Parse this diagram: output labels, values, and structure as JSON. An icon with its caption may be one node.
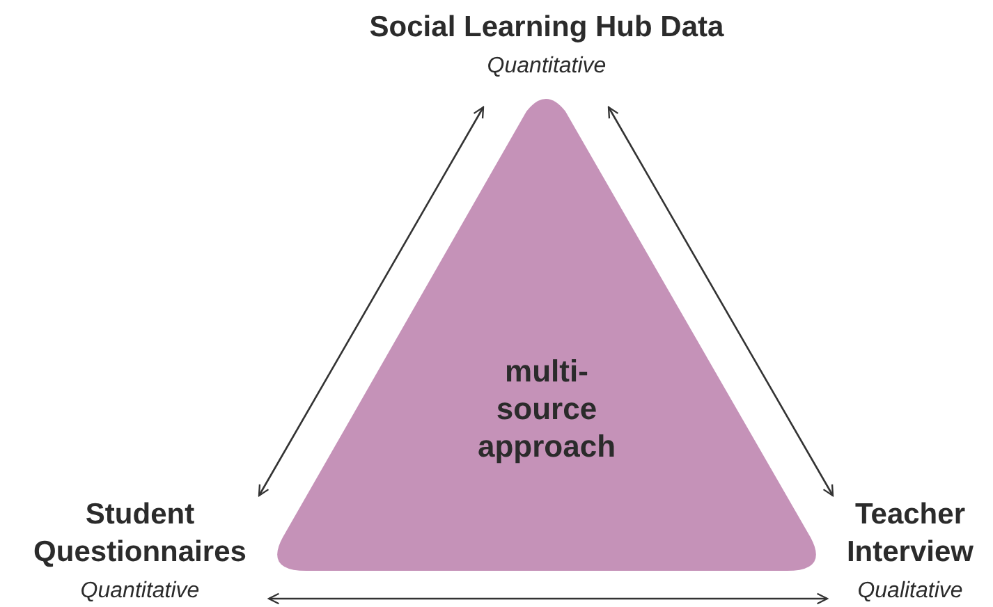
{
  "diagram": {
    "nodes": [
      {
        "text": [
          "Social Learning Hub Data",
          "Quantitative"
        ]
      },
      {
        "text": [
          "multi-source approach"
        ]
      },
      {
        "text": [
          "Student Questionnaires",
          "Quantitative"
        ]
      },
      {
        "text": [
          "Teacher Interview",
          "Qualitative"
        ]
      }
    ],
    "edges": [
      {
        "from": 2,
        "to": 0,
        "arrow": "both"
      },
      {
        "from": 0,
        "to": 3,
        "arrow": "both"
      },
      {
        "from": 2,
        "to": 3,
        "arrow": "both"
      }
    ]
  }
}
